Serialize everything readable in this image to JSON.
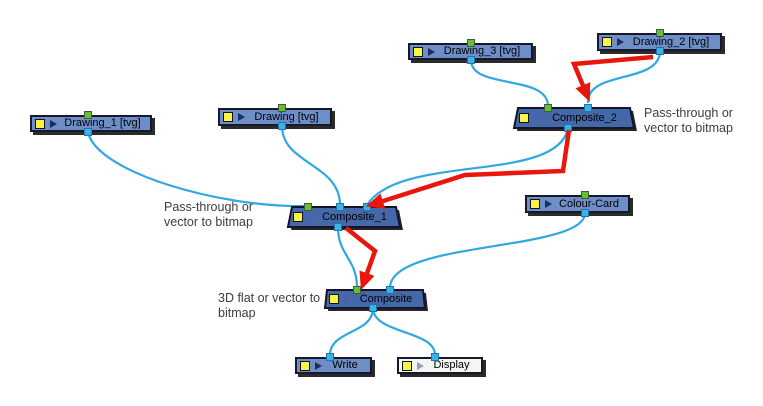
{
  "title": "Harmony node network",
  "colors": {
    "connection": "#2fa8e1",
    "arrow_red": "#e8160c",
    "node_fill": "#6d8ec6",
    "composite_fill": "#4568a8",
    "display_fill": "#f2f7f2",
    "port_green": "#5ec22d",
    "port_cyan": "#3eb2e8",
    "icon_yellow": "#f8f346"
  },
  "nodes": {
    "drawing_1": {
      "label": "Drawing_1 [tvg]"
    },
    "drawing": {
      "label": "Drawing [tvg]"
    },
    "drawing_3": {
      "label": "Drawing_3 [tvg]"
    },
    "drawing_2": {
      "label": "Drawing_2 [tvg]"
    },
    "composite_2": {
      "label": "Composite_2"
    },
    "composite_1": {
      "label": "Composite_1"
    },
    "colour_card": {
      "label": "Colour-Card"
    },
    "composite": {
      "label": "Composite"
    },
    "write": {
      "label": "Write"
    },
    "display": {
      "label": "Display"
    }
  },
  "annotations": {
    "pass_through_right": {
      "line1": "Pass-through or",
      "line2": "vector to bitmap"
    },
    "pass_through_left": {
      "line1": "Pass-through or",
      "line2": "vector to bitmap"
    },
    "three_d_flat": {
      "line1": "3D flat or vector to",
      "line2": "bitmap"
    }
  }
}
